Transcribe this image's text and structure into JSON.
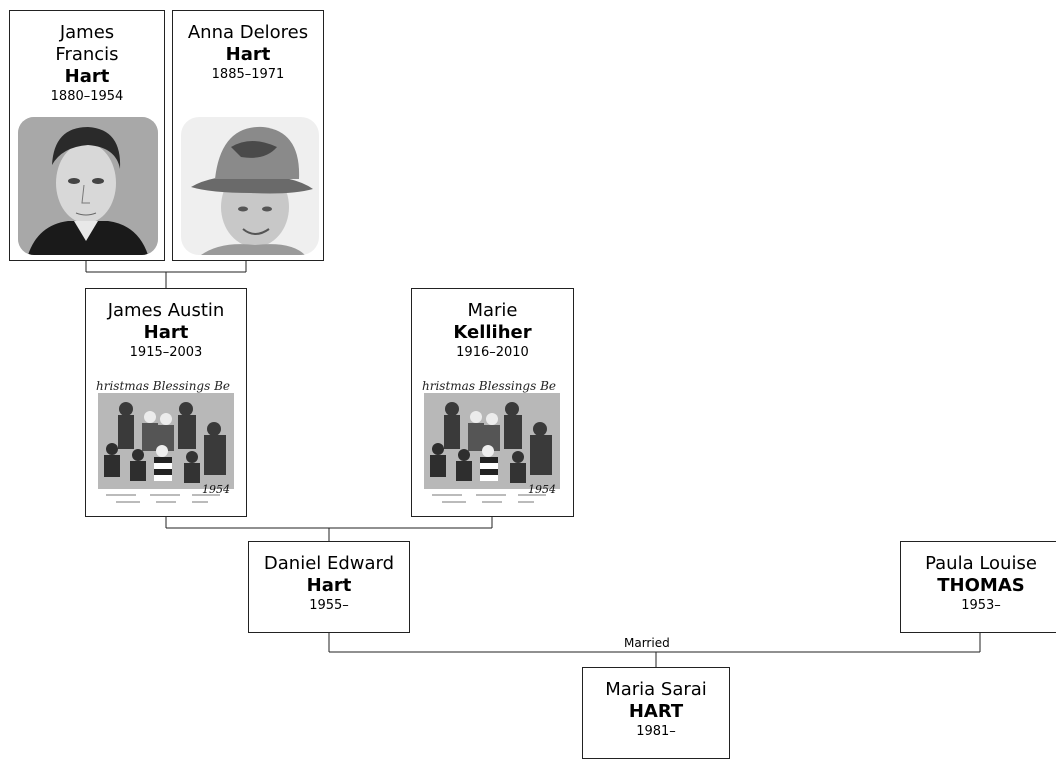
{
  "people": [
    {
      "id": "james-francis",
      "given": "James Francis",
      "surname": "Hart",
      "years": "1880–1954",
      "photo": "portrait-man"
    },
    {
      "id": "anna-delores",
      "given": "Anna Delores",
      "surname": "Hart",
      "years": "1885–1971",
      "photo": "portrait-woman-hat"
    },
    {
      "id": "james-austin",
      "given": "James Austin",
      "surname": "Hart",
      "years": "1915–2003",
      "photo": "family-christmas-card"
    },
    {
      "id": "marie",
      "given": "Marie",
      "surname": "Kelliher",
      "years": "1916–2010",
      "photo": "family-christmas-card"
    },
    {
      "id": "daniel-edward",
      "given": "Daniel Edward",
      "surname": "Hart",
      "years": "1955–"
    },
    {
      "id": "paula-louise",
      "given": "Paula Louise",
      "surname": "THOMAS",
      "years": "1953–"
    },
    {
      "id": "maria-sarai",
      "given": "Maria Sarai",
      "surname": "HART",
      "years": "1981–"
    }
  ],
  "photo_caption": "hristmas Blessings Be",
  "photo_year": "1954",
  "married_label": "Married",
  "colors": {
    "border": "#222222",
    "background": "#ffffff"
  }
}
